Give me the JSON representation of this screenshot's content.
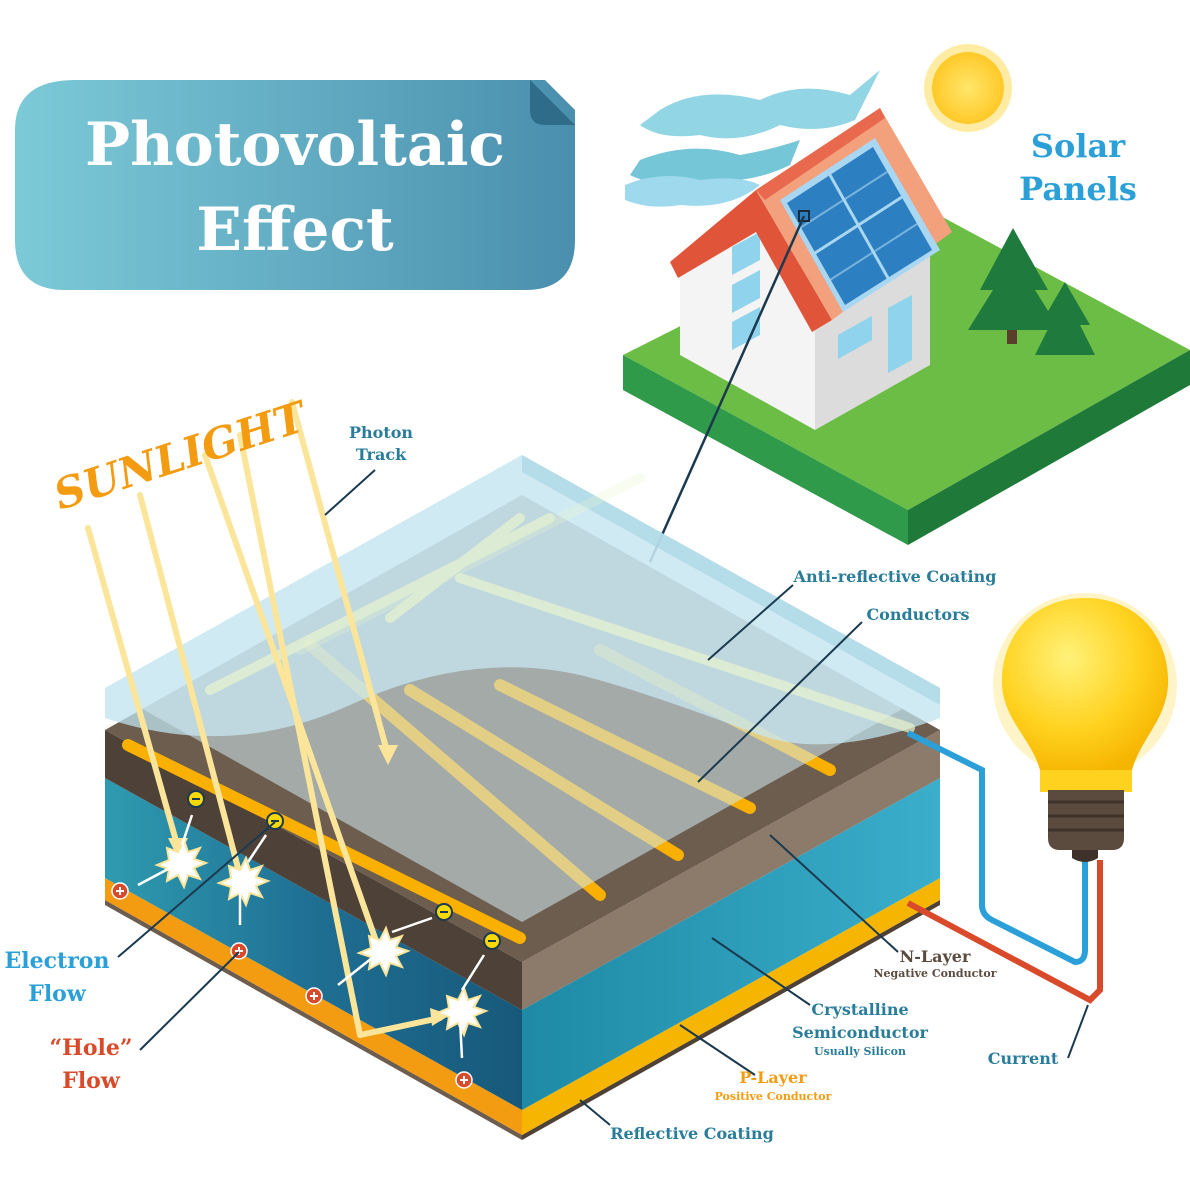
{
  "title": {
    "line1": "Photovoltaic",
    "line2": "Effect"
  },
  "solar_panels": {
    "line1": "Solar",
    "line2": "Panels"
  },
  "sunlight": "SUNLIGHT",
  "labels": {
    "photon_track": {
      "line1": "Photon",
      "line2": "Track"
    },
    "anti_reflective": "Anti-reflective Coating",
    "conductors": "Conductors",
    "n_layer": {
      "title": "N-Layer",
      "sub": "Negative Conductor"
    },
    "crystalline": {
      "line1": "Crystalline",
      "line2": "Semiconductor",
      "sub": "Usually Silicon"
    },
    "p_layer": {
      "title": "P-Layer",
      "sub": "Positive Conductor"
    },
    "reflective": "Reflective Coating",
    "current": "Current",
    "electron_flow": {
      "line1": "Electron",
      "line2": "Flow"
    },
    "hole_flow": {
      "line1": "“Hole”",
      "line2": "Flow"
    }
  },
  "colors": {
    "title_bg": "#5ea9bf",
    "label_blue": "#2a7d9a",
    "electron_blue": "#2ba0d8",
    "hole_red": "#d94a2b",
    "p_layer_orange": "#f39c12",
    "sunlight_orange": "#f39c12",
    "brown": "#6d5d4f",
    "grass": "#6cbd45",
    "panel_blue": "#2c7fc1"
  }
}
